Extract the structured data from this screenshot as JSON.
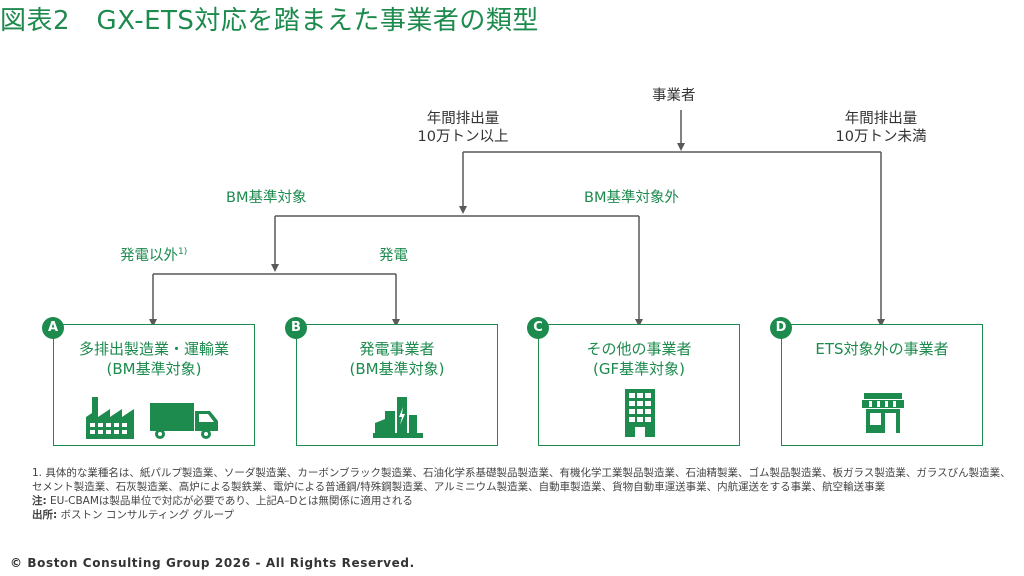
{
  "title": "図表2　GX-ETS対応を踏まえた事業者の類型",
  "root": "事業者",
  "branch_labels": {
    "over_line1": "年間排出量",
    "over_line2": "10万トン以上",
    "under_line1": "年間排出量",
    "under_line2": "10万トン未満",
    "bm_target": "BM基準対象",
    "bm_non_target": "BM基準対象外",
    "non_power": "発電以外",
    "non_power_sup": "1)",
    "power": "発電"
  },
  "boxes": [
    {
      "badge": "A",
      "line1": "多排出製造業・運輸業",
      "line2": "(BM基準対象)",
      "icon": "factory-truck-icon"
    },
    {
      "badge": "B",
      "line1": "発電事業者",
      "line2": "(BM基準対象)",
      "icon": "power-plant-icon"
    },
    {
      "badge": "C",
      "line1": "その他の事業者",
      "line2": "(GF基準対象)",
      "icon": "office-building-icon"
    },
    {
      "badge": "D",
      "line1": "ETS対象外の事業者",
      "line2": "",
      "icon": "store-icon"
    }
  ],
  "colors": {
    "accent": "#1d8a4e",
    "line": "#595959"
  },
  "footnotes": {
    "note1": "1. 具体的な業種名は、紙パルプ製造業、ソーダ製造業、カーボンブラック製造業、石油化学系基礎製品製造業、有機化学工業製品製造業、石油精製業、ゴム製品製造業、板ガラス製造業、ガラスびん製造業、セメント製造業、石灰製造業、高炉による製鉄業、電炉による普通鋼/特殊鋼製造業、アルミニウム製造業、自動車製造業、貨物自動車運送事業、内航運送をする事業、航空輸送事業",
    "note_label": "注:",
    "note_text": " EU-CBAMは製品単位で対応が必要であり、上記A–Dとは無関係に適用される",
    "source_label": "出所:",
    "source_text": " ボストン コンサルティング グループ"
  },
  "copyright": "© Boston Consulting Group 2026 - All Rights Reserved."
}
